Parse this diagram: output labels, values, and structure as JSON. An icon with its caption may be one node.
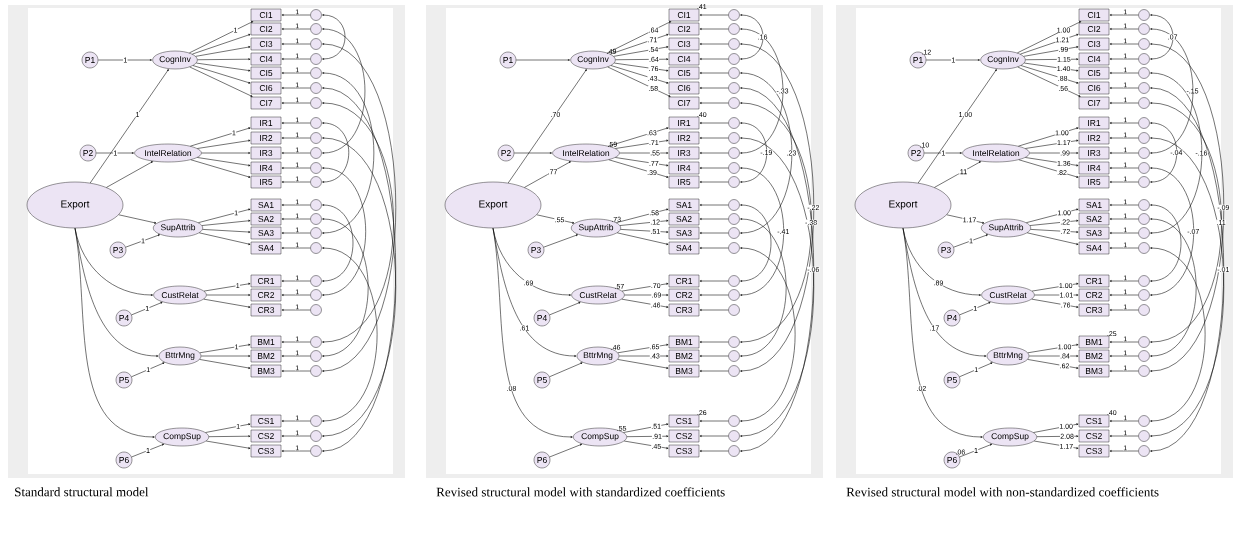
{
  "diagram": {
    "nodes": [
      {
        "text": [
          "Export"
        ]
      },
      {
        "text": [
          "P1"
        ]
      },
      {
        "text": [
          "P2"
        ]
      },
      {
        "text": [
          "P3"
        ]
      },
      {
        "text": [
          "P4"
        ]
      },
      {
        "text": [
          "P5"
        ]
      },
      {
        "text": [
          "P6"
        ]
      },
      {
        "text": [
          "CognInv"
        ]
      },
      {
        "text": [
          "IntelRelation"
        ]
      },
      {
        "text": [
          "SupAttrib"
        ]
      },
      {
        "text": [
          "CustRelat"
        ]
      },
      {
        "text": [
          "BttrMng"
        ]
      },
      {
        "text": [
          "CompSup"
        ]
      },
      {
        "text": [
          "CI1"
        ]
      },
      {
        "text": [
          "CI2"
        ]
      },
      {
        "text": [
          "CI3"
        ]
      },
      {
        "text": [
          "CI4"
        ]
      },
      {
        "text": [
          "CI5"
        ]
      },
      {
        "text": [
          "CI6"
        ]
      },
      {
        "text": [
          "CI7"
        ]
      },
      {
        "text": [
          "IR1"
        ]
      },
      {
        "text": [
          "IR2"
        ]
      },
      {
        "text": [
          "IR3"
        ]
      },
      {
        "text": [
          "IR4"
        ]
      },
      {
        "text": [
          "IR5"
        ]
      },
      {
        "text": [
          "SA1"
        ]
      },
      {
        "text": [
          "SA2"
        ]
      },
      {
        "text": [
          "SA3"
        ]
      },
      {
        "text": [
          "SA4"
        ]
      },
      {
        "text": [
          "CR1"
        ]
      },
      {
        "text": [
          "CR2"
        ]
      },
      {
        "text": [
          "CR3"
        ]
      },
      {
        "text": [
          "BM1"
        ]
      },
      {
        "text": [
          "BM2"
        ]
      },
      {
        "text": [
          "BM3"
        ]
      },
      {
        "text": [
          "CS1"
        ]
      },
      {
        "text": [
          "CS2"
        ]
      },
      {
        "text": [
          "CS3"
        ]
      },
      {
        "text": [],
        "shape": "circle"
      },
      {
        "text": [],
        "shape": "circle"
      },
      {
        "text": [],
        "shape": "circle"
      },
      {
        "text": [],
        "shape": "circle"
      },
      {
        "text": [],
        "shape": "circle"
      },
      {
        "text": [],
        "shape": "circle"
      },
      {
        "text": [],
        "shape": "circle"
      },
      {
        "text": [],
        "shape": "circle"
      },
      {
        "text": [],
        "shape": "circle"
      },
      {
        "text": [],
        "shape": "circle"
      },
      {
        "text": [],
        "shape": "circle"
      },
      {
        "text": [],
        "shape": "circle"
      },
      {
        "text": [],
        "shape": "circle"
      },
      {
        "text": [],
        "shape": "circle"
      },
      {
        "text": [],
        "shape": "circle"
      },
      {
        "text": [],
        "shape": "circle"
      },
      {
        "text": [],
        "shape": "circle"
      },
      {
        "text": [],
        "shape": "circle"
      },
      {
        "text": [],
        "shape": "circle"
      },
      {
        "text": [],
        "shape": "circle"
      },
      {
        "text": [],
        "shape": "circle"
      },
      {
        "text": [],
        "shape": "circle"
      },
      {
        "text": [],
        "shape": "circle"
      },
      {
        "text": [],
        "shape": "circle"
      },
      {
        "text": [],
        "shape": "circle"
      },
      {
        "text": [
          "Export"
        ]
      },
      {
        "text": [
          "P1"
        ]
      },
      {
        "text": [
          "P2"
        ]
      },
      {
        "text": [
          "P3"
        ]
      },
      {
        "text": [
          "P4"
        ]
      },
      {
        "text": [
          "P5"
        ]
      },
      {
        "text": [
          "P6"
        ]
      },
      {
        "text": [
          "CognInv"
        ],
        "beside": [
          ".49"
        ]
      },
      {
        "text": [
          "IntelRelation"
        ],
        "beside": [
          ".59"
        ]
      },
      {
        "text": [
          "SupAttrib"
        ],
        "beside": [
          ".73"
        ]
      },
      {
        "text": [
          "CustRelat"
        ],
        "beside": [
          ".57"
        ]
      },
      {
        "text": [
          "BttrMng"
        ],
        "beside": [
          ".46"
        ]
      },
      {
        "text": [
          "CompSup"
        ],
        "beside": [
          ".55"
        ]
      },
      {
        "text": [
          "CI1"
        ],
        "beside": [
          ".41"
        ]
      },
      {
        "text": [
          "CI2"
        ]
      },
      {
        "text": [
          "CI3"
        ]
      },
      {
        "text": [
          "CI4"
        ]
      },
      {
        "text": [
          "CI5"
        ]
      },
      {
        "text": [
          "CI6"
        ]
      },
      {
        "text": [
          "CI7"
        ]
      },
      {
        "text": [
          "IR1"
        ],
        "beside": [
          ".40"
        ]
      },
      {
        "text": [
          "IR2"
        ]
      },
      {
        "text": [
          "IR3"
        ]
      },
      {
        "text": [
          "IR4"
        ]
      },
      {
        "text": [
          "IR5"
        ]
      },
      {
        "text": [
          "SA1"
        ]
      },
      {
        "text": [
          "SA2"
        ]
      },
      {
        "text": [
          "SA3"
        ]
      },
      {
        "text": [
          "SA4"
        ]
      },
      {
        "text": [
          "CR1"
        ]
      },
      {
        "text": [
          "CR2"
        ]
      },
      {
        "text": [
          "CR3"
        ]
      },
      {
        "text": [
          "BM1"
        ]
      },
      {
        "text": [
          "BM2"
        ]
      },
      {
        "text": [
          "BM3"
        ]
      },
      {
        "text": [
          "CS1"
        ],
        "beside": [
          ".26"
        ]
      },
      {
        "text": [
          "CS2"
        ]
      },
      {
        "text": [
          "CS3"
        ]
      },
      {
        "text": [],
        "shape": "circle"
      },
      {
        "text": [],
        "shape": "circle"
      },
      {
        "text": [],
        "shape": "circle"
      },
      {
        "text": [],
        "shape": "circle"
      },
      {
        "text": [],
        "shape": "circle"
      },
      {
        "text": [],
        "shape": "circle"
      },
      {
        "text": [],
        "shape": "circle"
      },
      {
        "text": [],
        "shape": "circle"
      },
      {
        "text": [],
        "shape": "circle"
      },
      {
        "text": [],
        "shape": "circle"
      },
      {
        "text": [],
        "shape": "circle"
      },
      {
        "text": [],
        "shape": "circle"
      },
      {
        "text": [],
        "shape": "circle"
      },
      {
        "text": [],
        "shape": "circle"
      },
      {
        "text": [],
        "shape": "circle"
      },
      {
        "text": [],
        "shape": "circle"
      },
      {
        "text": [],
        "shape": "circle"
      },
      {
        "text": [],
        "shape": "circle"
      },
      {
        "text": [],
        "shape": "circle"
      },
      {
        "text": [],
        "shape": "circle"
      },
      {
        "text": [],
        "shape": "circle"
      },
      {
        "text": [],
        "shape": "circle"
      },
      {
        "text": [],
        "shape": "circle"
      },
      {
        "text": [],
        "shape": "circle"
      },
      {
        "text": [],
        "shape": "circle"
      },
      {
        "text": [
          "Export"
        ]
      },
      {
        "text": [
          "P1"
        ],
        "beside": [
          ".12"
        ]
      },
      {
        "text": [
          "P2"
        ],
        "beside": [
          ".10"
        ]
      },
      {
        "text": [
          "P3"
        ]
      },
      {
        "text": [
          "P4"
        ]
      },
      {
        "text": [
          "P5"
        ]
      },
      {
        "text": [
          "P6"
        ],
        "beside": [
          ".06"
        ]
      },
      {
        "text": [
          "CognInv"
        ]
      },
      {
        "text": [
          "IntelRelation"
        ]
      },
      {
        "text": [
          "SupAttrib"
        ]
      },
      {
        "text": [
          "CustRelat"
        ]
      },
      {
        "text": [
          "BttrMng"
        ]
      },
      {
        "text": [
          "CompSup"
        ]
      },
      {
        "text": [
          "CI1"
        ]
      },
      {
        "text": [
          "CI2"
        ]
      },
      {
        "text": [
          "CI3"
        ]
      },
      {
        "text": [
          "CI4"
        ]
      },
      {
        "text": [
          "CI5"
        ]
      },
      {
        "text": [
          "CI6"
        ]
      },
      {
        "text": [
          "CI7"
        ]
      },
      {
        "text": [
          "IR1"
        ]
      },
      {
        "text": [
          "IR2"
        ]
      },
      {
        "text": [
          "IR3"
        ]
      },
      {
        "text": [
          "IR4"
        ]
      },
      {
        "text": [
          "IR5"
        ]
      },
      {
        "text": [
          "SA1"
        ]
      },
      {
        "text": [
          "SA2"
        ]
      },
      {
        "text": [
          "SA3"
        ]
      },
      {
        "text": [
          "SA4"
        ]
      },
      {
        "text": [
          "CR1"
        ]
      },
      {
        "text": [
          "CR2"
        ]
      },
      {
        "text": [
          "CR3"
        ]
      },
      {
        "text": [
          "BM1"
        ],
        "beside": [
          ".25"
        ]
      },
      {
        "text": [
          "BM2"
        ]
      },
      {
        "text": [
          "BM3"
        ]
      },
      {
        "text": [
          "CS1"
        ],
        "beside": [
          ".40"
        ]
      },
      {
        "text": [
          "CS2"
        ]
      },
      {
        "text": [
          "CS3"
        ]
      },
      {
        "text": [],
        "shape": "circle"
      },
      {
        "text": [],
        "shape": "circle"
      },
      {
        "text": [],
        "shape": "circle"
      },
      {
        "text": [],
        "shape": "circle"
      },
      {
        "text": [],
        "shape": "circle"
      },
      {
        "text": [],
        "shape": "circle"
      },
      {
        "text": [],
        "shape": "circle"
      },
      {
        "text": [],
        "shape": "circle"
      },
      {
        "text": [],
        "shape": "circle"
      },
      {
        "text": [],
        "shape": "circle"
      },
      {
        "text": [],
        "shape": "circle"
      },
      {
        "text": [],
        "shape": "circle"
      },
      {
        "text": [],
        "shape": "circle"
      },
      {
        "text": [],
        "shape": "circle"
      },
      {
        "text": [],
        "shape": "circle"
      },
      {
        "text": [],
        "shape": "circle"
      },
      {
        "text": [],
        "shape": "circle"
      },
      {
        "text": [],
        "shape": "circle"
      },
      {
        "text": [],
        "shape": "circle"
      },
      {
        "text": [],
        "shape": "circle"
      },
      {
        "text": [],
        "shape": "circle"
      },
      {
        "text": [],
        "shape": "circle"
      },
      {
        "text": [],
        "shape": "circle"
      },
      {
        "text": [],
        "shape": "circle"
      },
      {
        "text": [],
        "shape": "circle"
      }
    ],
    "edges": [
      {
        "from": 0,
        "to": 7,
        "arrow": "to",
        "label": "1"
      },
      {
        "from": 0,
        "to": 8,
        "arrow": "to"
      },
      {
        "from": 0,
        "to": 9,
        "arrow": "to"
      },
      {
        "from": 0,
        "to": 10,
        "arrow": "to"
      },
      {
        "from": 0,
        "to": 11,
        "arrow": "to"
      },
      {
        "from": 0,
        "to": 12,
        "arrow": "to"
      },
      {
        "from": 1,
        "to": 7,
        "arrow": "to",
        "label": "1"
      },
      {
        "from": 2,
        "to": 8,
        "arrow": "to",
        "label": "1"
      },
      {
        "from": 3,
        "to": 9,
        "arrow": "to",
        "label": "1"
      },
      {
        "from": 4,
        "to": 10,
        "arrow": "to",
        "label": "1"
      },
      {
        "from": 5,
        "to": 11,
        "arrow": "to",
        "label": "1"
      },
      {
        "from": 6,
        "to": 12,
        "arrow": "to",
        "label": "1"
      },
      {
        "from": 7,
        "to": 13,
        "arrow": "to",
        "label": "1"
      },
      {
        "from": 7,
        "to": 14,
        "arrow": "to"
      },
      {
        "from": 7,
        "to": 15,
        "arrow": "to"
      },
      {
        "from": 7,
        "to": 16,
        "arrow": "to"
      },
      {
        "from": 7,
        "to": 17,
        "arrow": "to"
      },
      {
        "from": 7,
        "to": 18,
        "arrow": "to"
      },
      {
        "from": 7,
        "to": 19,
        "arrow": "to"
      },
      {
        "from": 8,
        "to": 20,
        "arrow": "to",
        "label": "1"
      },
      {
        "from": 8,
        "to": 21,
        "arrow": "to"
      },
      {
        "from": 8,
        "to": 22,
        "arrow": "to"
      },
      {
        "from": 8,
        "to": 23,
        "arrow": "to"
      },
      {
        "from": 8,
        "to": 24,
        "arrow": "to"
      },
      {
        "from": 9,
        "to": 25,
        "arrow": "to",
        "label": "1"
      },
      {
        "from": 9,
        "to": 26,
        "arrow": "to"
      },
      {
        "from": 9,
        "to": 27,
        "arrow": "to"
      },
      {
        "from": 9,
        "to": 28,
        "arrow": "to"
      },
      {
        "from": 10,
        "to": 29,
        "arrow": "to",
        "label": "1"
      },
      {
        "from": 10,
        "to": 30,
        "arrow": "to"
      },
      {
        "from": 10,
        "to": 31,
        "arrow": "to"
      },
      {
        "from": 11,
        "to": 32,
        "arrow": "to",
        "label": "1"
      },
      {
        "from": 11,
        "to": 33,
        "arrow": "to"
      },
      {
        "from": 11,
        "to": 34,
        "arrow": "to"
      },
      {
        "from": 12,
        "to": 35,
        "arrow": "to",
        "label": "1"
      },
      {
        "from": 12,
        "to": 36,
        "arrow": "to"
      },
      {
        "from": 12,
        "to": 37,
        "arrow": "to"
      },
      {
        "from": 38,
        "to": 13,
        "arrow": "to",
        "label": "1"
      },
      {
        "from": 39,
        "to": 14,
        "arrow": "to",
        "label": "1"
      },
      {
        "from": 40,
        "to": 15,
        "arrow": "to",
        "label": "1"
      },
      {
        "from": 41,
        "to": 16,
        "arrow": "to",
        "label": "1"
      },
      {
        "from": 42,
        "to": 17,
        "arrow": "to",
        "label": "1"
      },
      {
        "from": 43,
        "to": 18,
        "arrow": "to",
        "label": "1"
      },
      {
        "from": 44,
        "to": 19,
        "arrow": "to",
        "label": "1"
      },
      {
        "from": 45,
        "to": 20,
        "arrow": "to",
        "label": "1"
      },
      {
        "from": 46,
        "to": 21,
        "arrow": "to",
        "label": "1"
      },
      {
        "from": 47,
        "to": 22,
        "arrow": "to",
        "label": "1"
      },
      {
        "from": 48,
        "to": 23,
        "arrow": "to",
        "label": "1"
      },
      {
        "from": 49,
        "to": 24,
        "arrow": "to",
        "label": "1"
      },
      {
        "from": 50,
        "to": 25,
        "arrow": "to",
        "label": "1"
      },
      {
        "from": 51,
        "to": 26,
        "arrow": "to",
        "label": "1"
      },
      {
        "from": 52,
        "to": 27,
        "arrow": "to",
        "label": "1"
      },
      {
        "from": 53,
        "to": 28,
        "arrow": "to",
        "label": "1"
      },
      {
        "from": 54,
        "to": 29,
        "arrow": "to",
        "label": "1"
      },
      {
        "from": 55,
        "to": 30,
        "arrow": "to",
        "label": "1"
      },
      {
        "from": 56,
        "to": 31,
        "arrow": "to",
        "label": "1"
      },
      {
        "from": 57,
        "to": 32,
        "arrow": "to",
        "label": "1"
      },
      {
        "from": 58,
        "to": 33,
        "arrow": "to",
        "label": "1"
      },
      {
        "from": 59,
        "to": 34,
        "arrow": "to",
        "label": "1"
      },
      {
        "from": 60,
        "to": 35,
        "arrow": "to",
        "label": "1"
      },
      {
        "from": 61,
        "to": 36,
        "arrow": "to",
        "label": "1"
      },
      {
        "from": 62,
        "to": 37,
        "arrow": "to",
        "label": "1"
      },
      {
        "from": 38,
        "to": 41,
        "arrow": "both"
      },
      {
        "from": 39,
        "to": 47,
        "arrow": "both"
      },
      {
        "from": 42,
        "to": 52,
        "arrow": "both"
      },
      {
        "from": 44,
        "to": 57,
        "arrow": "both"
      },
      {
        "from": 45,
        "to": 49,
        "arrow": "both"
      },
      {
        "from": 48,
        "to": 55,
        "arrow": "both"
      },
      {
        "from": 40,
        "to": 59,
        "arrow": "both"
      },
      {
        "from": 43,
        "to": 62,
        "arrow": "both"
      },
      {
        "from": 50,
        "to": 54,
        "arrow": "both"
      },
      {
        "from": 46,
        "to": 61,
        "arrow": "both"
      },
      {
        "from": 51,
        "to": 58,
        "arrow": "both"
      },
      {
        "from": 53,
        "to": 60,
        "arrow": "both"
      },
      {
        "from": 63,
        "to": 70,
        "arrow": "to",
        "label": ".70"
      },
      {
        "from": 63,
        "to": 71,
        "arrow": "to",
        "label": ".77"
      },
      {
        "from": 63,
        "to": 72,
        "arrow": "to",
        "label": ".55"
      },
      {
        "from": 63,
        "to": 73,
        "arrow": "to",
        "label": ".69"
      },
      {
        "from": 63,
        "to": 74,
        "arrow": "to",
        "label": ".61"
      },
      {
        "from": 63,
        "to": 75,
        "arrow": "to",
        "label": ".08"
      },
      {
        "from": 64,
        "to": 70,
        "arrow": "to"
      },
      {
        "from": 65,
        "to": 71,
        "arrow": "to"
      },
      {
        "from": 66,
        "to": 72,
        "arrow": "to"
      },
      {
        "from": 67,
        "to": 73,
        "arrow": "to"
      },
      {
        "from": 68,
        "to": 74,
        "arrow": "to"
      },
      {
        "from": 69,
        "to": 75,
        "arrow": "to"
      },
      {
        "from": 70,
        "to": 76,
        "arrow": "to",
        "label": ".64"
      },
      {
        "from": 70,
        "to": 77,
        "arrow": "to",
        "label": ".71"
      },
      {
        "from": 70,
        "to": 78,
        "arrow": "to",
        "label": ".54"
      },
      {
        "from": 70,
        "to": 79,
        "arrow": "to",
        "label": ".64"
      },
      {
        "from": 70,
        "to": 80,
        "arrow": "to",
        "label": ".76"
      },
      {
        "from": 70,
        "to": 81,
        "arrow": "to",
        "label": ".43"
      },
      {
        "from": 70,
        "to": 82,
        "arrow": "to",
        "label": ".58"
      },
      {
        "from": 71,
        "to": 83,
        "arrow": "to",
        "label": ".63"
      },
      {
        "from": 71,
        "to": 84,
        "arrow": "to",
        "label": ".71"
      },
      {
        "from": 71,
        "to": 85,
        "arrow": "to",
        "label": ".55"
      },
      {
        "from": 71,
        "to": 86,
        "arrow": "to",
        "label": ".77"
      },
      {
        "from": 71,
        "to": 87,
        "arrow": "to",
        "label": ".39"
      },
      {
        "from": 72,
        "to": 88,
        "arrow": "to",
        "label": ".58"
      },
      {
        "from": 72,
        "to": 89,
        "arrow": "to",
        "label": ".12"
      },
      {
        "from": 72,
        "to": 90,
        "arrow": "to",
        "label": ".51"
      },
      {
        "from": 72,
        "to": 91,
        "arrow": "to"
      },
      {
        "from": 73,
        "to": 92,
        "arrow": "to",
        "label": ".70"
      },
      {
        "from": 73,
        "to": 93,
        "arrow": "to",
        "label": ".69"
      },
      {
        "from": 73,
        "to": 94,
        "arrow": "to",
        "label": ".46"
      },
      {
        "from": 74,
        "to": 95,
        "arrow": "to",
        "label": ".65"
      },
      {
        "from": 74,
        "to": 96,
        "arrow": "to",
        "label": ".43"
      },
      {
        "from": 74,
        "to": 97,
        "arrow": "to"
      },
      {
        "from": 75,
        "to": 98,
        "arrow": "to",
        "label": ".51"
      },
      {
        "from": 75,
        "to": 99,
        "arrow": "to",
        "label": ".91"
      },
      {
        "from": 75,
        "to": 100,
        "arrow": "to",
        "label": ".45"
      },
      {
        "from": 101,
        "to": 76,
        "arrow": "to"
      },
      {
        "from": 102,
        "to": 77,
        "arrow": "to"
      },
      {
        "from": 103,
        "to": 78,
        "arrow": "to"
      },
      {
        "from": 104,
        "to": 79,
        "arrow": "to"
      },
      {
        "from": 105,
        "to": 80,
        "arrow": "to"
      },
      {
        "from": 106,
        "to": 81,
        "arrow": "to"
      },
      {
        "from": 107,
        "to": 82,
        "arrow": "to"
      },
      {
        "from": 108,
        "to": 83,
        "arrow": "to"
      },
      {
        "from": 109,
        "to": 84,
        "arrow": "to"
      },
      {
        "from": 110,
        "to": 85,
        "arrow": "to"
      },
      {
        "from": 111,
        "to": 86,
        "arrow": "to"
      },
      {
        "from": 112,
        "to": 87,
        "arrow": "to"
      },
      {
        "from": 113,
        "to": 88,
        "arrow": "to"
      },
      {
        "from": 114,
        "to": 89,
        "arrow": "to"
      },
      {
        "from": 115,
        "to": 90,
        "arrow": "to"
      },
      {
        "from": 116,
        "to": 91,
        "arrow": "to"
      },
      {
        "from": 117,
        "to": 92,
        "arrow": "to"
      },
      {
        "from": 118,
        "to": 93,
        "arrow": "to"
      },
      {
        "from": 119,
        "to": 94,
        "arrow": "to"
      },
      {
        "from": 120,
        "to": 95,
        "arrow": "to"
      },
      {
        "from": 121,
        "to": 96,
        "arrow": "to"
      },
      {
        "from": 122,
        "to": 97,
        "arrow": "to"
      },
      {
        "from": 123,
        "to": 98,
        "arrow": "to"
      },
      {
        "from": 124,
        "to": 99,
        "arrow": "to"
      },
      {
        "from": 125,
        "to": 100,
        "arrow": "to"
      },
      {
        "from": 101,
        "to": 104,
        "arrow": "both",
        "label": ".16"
      },
      {
        "from": 102,
        "to": 110,
        "arrow": "both",
        "label": "-.33"
      },
      {
        "from": 105,
        "to": 115,
        "arrow": "both",
        "label": ".23"
      },
      {
        "from": 107,
        "to": 120,
        "arrow": "both",
        "label": "-.38"
      },
      {
        "from": 108,
        "to": 112,
        "arrow": "both",
        "label": "-.19"
      },
      {
        "from": 111,
        "to": 118,
        "arrow": "both",
        "label": "-.41"
      },
      {
        "from": 103,
        "to": 122,
        "arrow": "both",
        "label": "-.22"
      },
      {
        "from": 106,
        "to": 125,
        "arrow": "both",
        "label": "-.06"
      },
      {
        "from": 113,
        "to": 117,
        "arrow": "both"
      },
      {
        "from": 109,
        "to": 124,
        "arrow": "both"
      },
      {
        "from": 114,
        "to": 121,
        "arrow": "both"
      },
      {
        "from": 116,
        "to": 123,
        "arrow": "both"
      },
      {
        "from": 126,
        "to": 133,
        "arrow": "to",
        "label": "1.00"
      },
      {
        "from": 126,
        "to": 134,
        "arrow": "to",
        "label": ".11"
      },
      {
        "from": 126,
        "to": 135,
        "arrow": "to",
        "label": "1.17"
      },
      {
        "from": 126,
        "to": 136,
        "arrow": "to",
        "label": ".89"
      },
      {
        "from": 126,
        "to": 137,
        "arrow": "to",
        "label": ".17"
      },
      {
        "from": 126,
        "to": 138,
        "arrow": "to",
        "label": ".02"
      },
      {
        "from": 127,
        "to": 133,
        "arrow": "to",
        "label": "1"
      },
      {
        "from": 128,
        "to": 134,
        "arrow": "to",
        "label": "1"
      },
      {
        "from": 129,
        "to": 135,
        "arrow": "to",
        "label": "1"
      },
      {
        "from": 130,
        "to": 136,
        "arrow": "to",
        "label": "1"
      },
      {
        "from": 131,
        "to": 137,
        "arrow": "to",
        "label": "1"
      },
      {
        "from": 132,
        "to": 138,
        "arrow": "to",
        "label": "1"
      },
      {
        "from": 133,
        "to": 139,
        "arrow": "to",
        "label": "1.00"
      },
      {
        "from": 133,
        "to": 140,
        "arrow": "to",
        "label": "1.21"
      },
      {
        "from": 133,
        "to": 141,
        "arrow": "to",
        "label": ".99"
      },
      {
        "from": 133,
        "to": 142,
        "arrow": "to",
        "label": "1.15"
      },
      {
        "from": 133,
        "to": 143,
        "arrow": "to",
        "label": "1.40"
      },
      {
        "from": 133,
        "to": 144,
        "arrow": "to",
        "label": ".88"
      },
      {
        "from": 133,
        "to": 145,
        "arrow": "to",
        "label": ".56"
      },
      {
        "from": 134,
        "to": 146,
        "arrow": "to",
        "label": "1.00"
      },
      {
        "from": 134,
        "to": 147,
        "arrow": "to",
        "label": "1.17"
      },
      {
        "from": 134,
        "to": 148,
        "arrow": "to",
        "label": ".99"
      },
      {
        "from": 134,
        "to": 149,
        "arrow": "to",
        "label": "1.36"
      },
      {
        "from": 134,
        "to": 150,
        "arrow": "to",
        "label": ".82"
      },
      {
        "from": 135,
        "to": 151,
        "arrow": "to",
        "label": "1.00"
      },
      {
        "from": 135,
        "to": 152,
        "arrow": "to",
        "label": ".22"
      },
      {
        "from": 135,
        "to": 153,
        "arrow": "to",
        "label": ".72"
      },
      {
        "from": 135,
        "to": 154,
        "arrow": "to"
      },
      {
        "from": 136,
        "to": 155,
        "arrow": "to",
        "label": "1.00"
      },
      {
        "from": 136,
        "to": 156,
        "arrow": "to",
        "label": "1.01"
      },
      {
        "from": 136,
        "to": 157,
        "arrow": "to",
        "label": ".76"
      },
      {
        "from": 137,
        "to": 158,
        "arrow": "to",
        "label": "1.00"
      },
      {
        "from": 137,
        "to": 159,
        "arrow": "to",
        "label": ".84"
      },
      {
        "from": 137,
        "to": 160,
        "arrow": "to",
        "label": ".62"
      },
      {
        "from": 138,
        "to": 161,
        "arrow": "to",
        "label": "1.00"
      },
      {
        "from": 138,
        "to": 162,
        "arrow": "to",
        "label": "2.08"
      },
      {
        "from": 138,
        "to": 163,
        "arrow": "to",
        "label": "1.17"
      },
      {
        "from": 164,
        "to": 139,
        "arrow": "to",
        "label": "1"
      },
      {
        "from": 165,
        "to": 140,
        "arrow": "to",
        "label": "1"
      },
      {
        "from": 166,
        "to": 141,
        "arrow": "to",
        "label": "1"
      },
      {
        "from": 167,
        "to": 142,
        "arrow": "to",
        "label": "1"
      },
      {
        "from": 168,
        "to": 143,
        "arrow": "to",
        "label": "1"
      },
      {
        "from": 169,
        "to": 144,
        "arrow": "to",
        "label": "1"
      },
      {
        "from": 170,
        "to": 145,
        "arrow": "to",
        "label": "1"
      },
      {
        "from": 171,
        "to": 146,
        "arrow": "to",
        "label": "1"
      },
      {
        "from": 172,
        "to": 147,
        "arrow": "to",
        "label": "1"
      },
      {
        "from": 173,
        "to": 148,
        "arrow": "to",
        "label": "1"
      },
      {
        "from": 174,
        "to": 149,
        "arrow": "to",
        "label": "1"
      },
      {
        "from": 175,
        "to": 150,
        "arrow": "to",
        "label": "1"
      },
      {
        "from": 176,
        "to": 151,
        "arrow": "to",
        "label": "1"
      },
      {
        "from": 177,
        "to": 152,
        "arrow": "to",
        "label": "1"
      },
      {
        "from": 178,
        "to": 153,
        "arrow": "to",
        "label": "1"
      },
      {
        "from": 179,
        "to": 154,
        "arrow": "to",
        "label": "1"
      },
      {
        "from": 180,
        "to": 155,
        "arrow": "to",
        "label": "1"
      },
      {
        "from": 181,
        "to": 156,
        "arrow": "to",
        "label": "1"
      },
      {
        "from": 182,
        "to": 157,
        "arrow": "to",
        "label": "1"
      },
      {
        "from": 183,
        "to": 158,
        "arrow": "to",
        "label": "1"
      },
      {
        "from": 184,
        "to": 159,
        "arrow": "to",
        "label": "1"
      },
      {
        "from": 185,
        "to": 160,
        "arrow": "to",
        "label": "1"
      },
      {
        "from": 186,
        "to": 161,
        "arrow": "to",
        "label": "1"
      },
      {
        "from": 187,
        "to": 162,
        "arrow": "to",
        "label": "1"
      },
      {
        "from": 188,
        "to": 163,
        "arrow": "to",
        "label": "1"
      },
      {
        "from": 164,
        "to": 167,
        "arrow": "both",
        "label": ".07"
      },
      {
        "from": 165,
        "to": 173,
        "arrow": "both",
        "label": "-.15"
      },
      {
        "from": 168,
        "to": 178,
        "arrow": "both",
        "label": "-.16"
      },
      {
        "from": 170,
        "to": 183,
        "arrow": "both",
        "label": ".11"
      },
      {
        "from": 171,
        "to": 175,
        "arrow": "both",
        "label": "-.04"
      },
      {
        "from": 174,
        "to": 181,
        "arrow": "both",
        "label": "-.07"
      },
      {
        "from": 166,
        "to": 185,
        "arrow": "both",
        "label": "-.09"
      },
      {
        "from": 169,
        "to": 188,
        "arrow": "both",
        "label": "-.01"
      },
      {
        "from": 176,
        "to": 180,
        "arrow": "both"
      },
      {
        "from": 172,
        "to": 187,
        "arrow": "both"
      },
      {
        "from": 177,
        "to": 184,
        "arrow": "both"
      },
      {
        "from": 179,
        "to": 186,
        "arrow": "both"
      }
    ],
    "labels": [
      "Standard structural model",
      "Revised structural model with standardized coefficients",
      "Revised structural model with non-standardized coefficients"
    ]
  }
}
